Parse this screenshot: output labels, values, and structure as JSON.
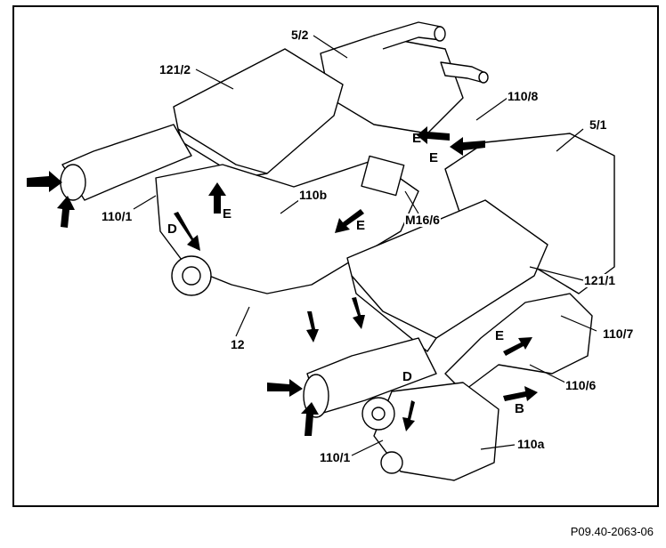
{
  "labels": {
    "l_5_2": "5/2",
    "l_121_2": "121/2",
    "l_110_8": "110/8",
    "l_5_1": "5/1",
    "l_110b": "110b",
    "l_110_1_top": "110/1",
    "l_m16_6": "M16/6",
    "l_121_1": "121/1",
    "l_12": "12",
    "l_110_7": "110/7",
    "l_110_6": "110/6",
    "l_110_1_bottom": "110/1",
    "l_110a": "110a"
  },
  "letters": {
    "e1": "E",
    "e2": "E",
    "e3": "E",
    "e4": "E",
    "e5": "E",
    "d1": "D",
    "d2": "D",
    "b1": "B"
  },
  "figure_code": "P09.40-2063-06"
}
